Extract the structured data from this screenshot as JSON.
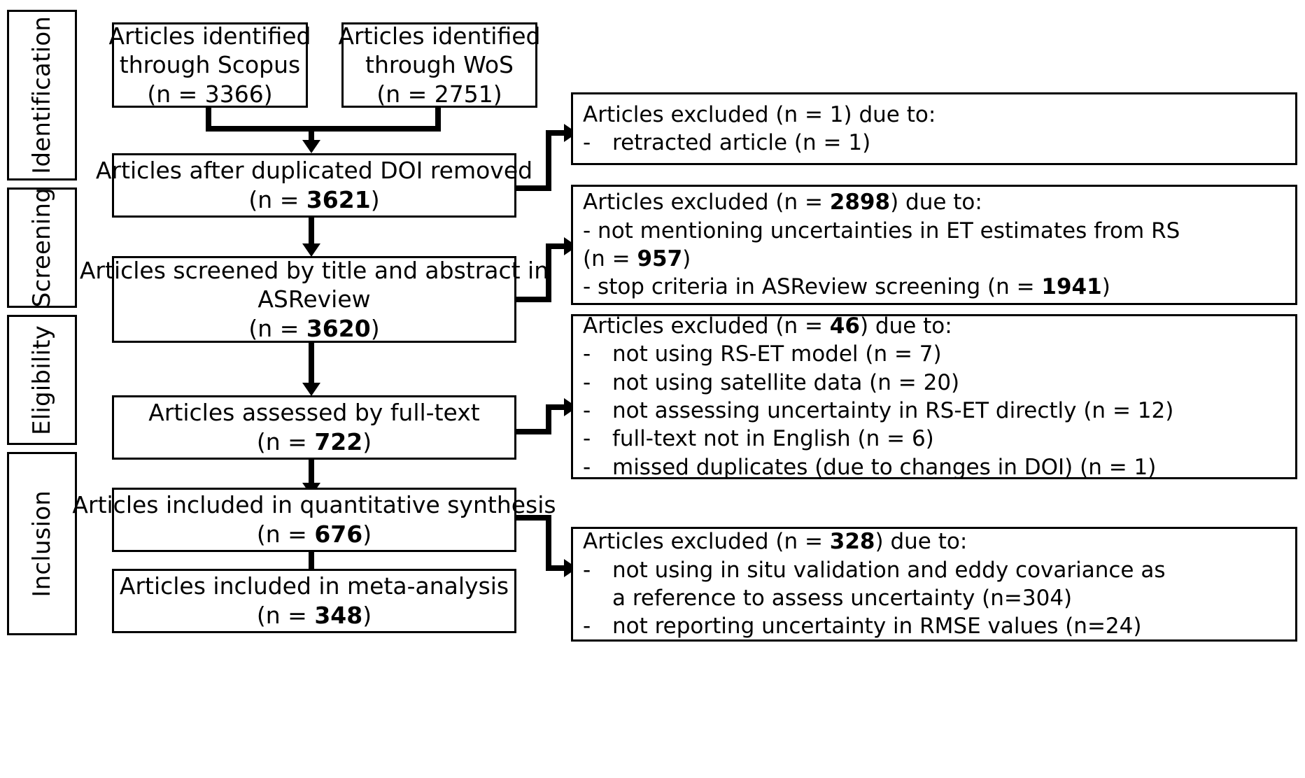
{
  "diagram": {
    "title": "PRISMA flow diagram",
    "stages": [
      {
        "id": "identification",
        "label": "Identification"
      },
      {
        "id": "screening",
        "label": "Screening"
      },
      {
        "id": "eligibility",
        "label": "Eligibility"
      },
      {
        "id": "inclusion",
        "label": "Inclusion"
      }
    ],
    "sources": [
      {
        "id": "scopus",
        "line1": "Articles identified",
        "line2": "through Scopus",
        "line3": "(n = 3366)"
      },
      {
        "id": "wos",
        "line1": "Articles identified",
        "line2": "through WoS",
        "line3": "(n = 2751)"
      }
    ],
    "flow": [
      {
        "id": "dedup",
        "line1": "Articles after duplicated DOI removed",
        "count_prefix": "(n = ",
        "count": "3621",
        "count_suffix": ")"
      },
      {
        "id": "screened",
        "line1": "Articles screened by title and abstract in",
        "line2": "ASReview",
        "count_prefix": "(n = ",
        "count": "3620",
        "count_suffix": ")"
      },
      {
        "id": "fulltext",
        "line1": "Articles assessed by full-text",
        "count_prefix": "(n = ",
        "count": "722",
        "count_suffix": ")"
      },
      {
        "id": "quantitative",
        "line1": "Articles included in quantitative synthesis",
        "count_prefix": "(n = ",
        "count": "676",
        "count_suffix": ")"
      },
      {
        "id": "meta",
        "line1": "Articles included in meta-analysis",
        "count_prefix": "(n = ",
        "count": "348",
        "count_suffix": ")"
      }
    ],
    "exclusions": [
      {
        "id": "excl-retracted",
        "head_prefix": "Articles excluded (n = ",
        "head_count": "1",
        "head_suffix": ") due to:",
        "head_count_bold": false,
        "items": [
          {
            "dash": "-",
            "text": "retracted article (n = 1)"
          }
        ]
      },
      {
        "id": "excl-screening",
        "head_prefix": "Articles excluded (n = ",
        "head_count": "2898",
        "head_suffix": ") due to:",
        "head_count_bold": true,
        "lines": [
          {
            "pre": "- not mentioning uncertainties in ET estimates from RS",
            "bold": "",
            "post": ""
          },
          {
            "pre": "(n = ",
            "bold": "957",
            "post": ")"
          },
          {
            "pre": "- stop criteria in ASReview screening (n = ",
            "bold": "1941",
            "post": ")"
          }
        ]
      },
      {
        "id": "excl-eligibility",
        "head_prefix": "Articles excluded (n = ",
        "head_count": "46",
        "head_suffix": ") due to:",
        "head_count_bold": true,
        "items": [
          {
            "dash": "-",
            "text": "not using RS-ET model (n = 7)"
          },
          {
            "dash": "-",
            "text": "not using satellite data (n = 20)"
          },
          {
            "dash": "-",
            "text": "not assessing uncertainty in RS-ET directly (n = 12)"
          },
          {
            "dash": "-",
            "text": "full-text not in English (n = 6)"
          },
          {
            "dash": "-",
            "text": "missed duplicates (due to changes in DOI) (n = 1)"
          }
        ]
      },
      {
        "id": "excl-inclusion",
        "head_prefix": "Articles excluded (n = ",
        "head_count": "328",
        "head_suffix": ") due to:",
        "head_count_bold": true,
        "items": [
          {
            "dash": "-",
            "text": "not using in situ validation and eddy covariance as",
            "cont": "a reference to assess uncertainty (n=304)"
          },
          {
            "dash": "-",
            "text": "not reporting uncertainty in RMSE values (n=24)"
          }
        ]
      }
    ]
  }
}
